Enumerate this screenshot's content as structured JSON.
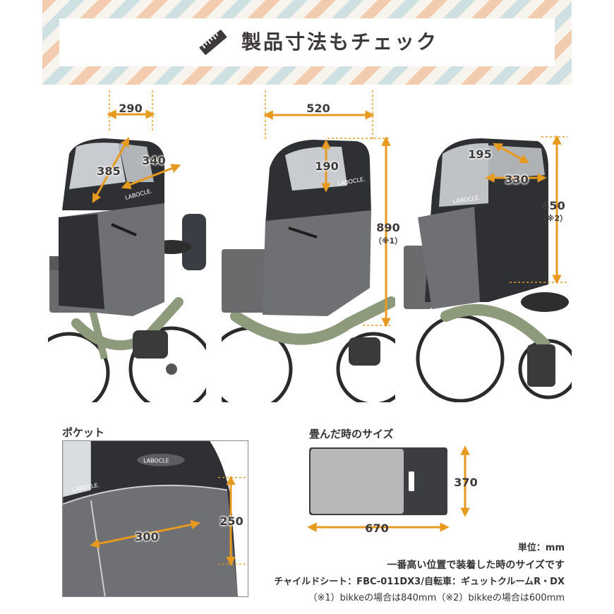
{
  "header": {
    "title": "製品寸法もチェック",
    "icon": "ruler-icon"
  },
  "colors": {
    "accent": "#e69a1f",
    "cover_dark": "#2f3033",
    "cover_gray": "#6f7073",
    "frame_green": "#8e9a7c",
    "folded_light": "#b8b8bb",
    "folded_dark": "#3c3d41"
  },
  "figure1": {
    "dim_top": "290",
    "dim_diag1": "385",
    "dim_diag2": "340",
    "brand": "LABOCLE."
  },
  "figure2": {
    "dim_top": "520",
    "dim_window": "190",
    "dim_height": "890",
    "note": "（※1）",
    "brand": "LABOCLE."
  },
  "figure3": {
    "dim_diag": "195",
    "dim_width": "330",
    "dim_height": "650",
    "note": "（※2）",
    "brand": "LABOCLE."
  },
  "pocket": {
    "label": "ポケット",
    "dim_width": "300",
    "dim_height": "250",
    "brand": "LABOCLE",
    "brand2": "LABOCLE."
  },
  "folded": {
    "label": "畳んだ時のサイズ",
    "dim_width": "670",
    "dim_height": "370"
  },
  "info": {
    "unit": "単位：mm",
    "position": "一番高い位置で装着した時のサイズです",
    "models": "チャイルドシート：FBC-011DX3/自転車：ギュットクルームR・DX",
    "footnote": "（※1）bikkeの場合は840mm（※2）bikkeの場合は600mm"
  }
}
